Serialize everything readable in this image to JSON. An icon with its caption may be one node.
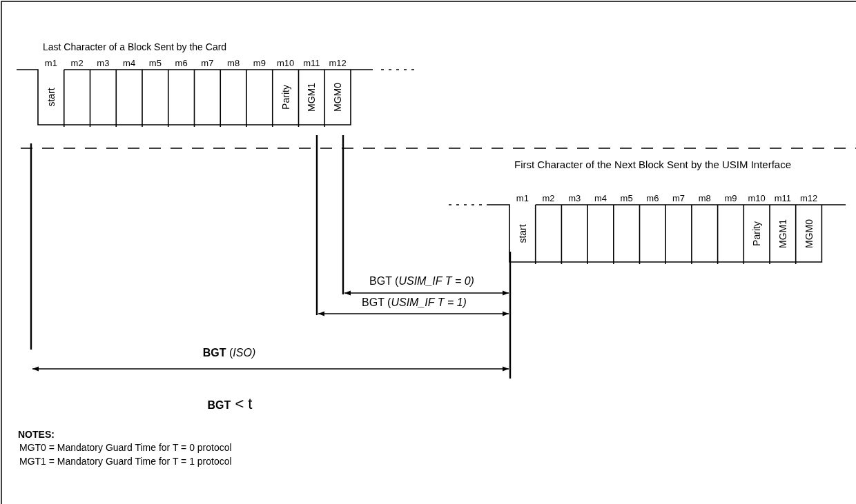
{
  "diagram": {
    "labels": [
      "Last Character of a Block Sent by the Card",
      "m1",
      "m2",
      "m3",
      "m4",
      "m5",
      "m6",
      "m7",
      "m8",
      "m9",
      "m10",
      "m11",
      "m12",
      "start",
      "Parity",
      "MGM1",
      "MGM0",
      "First Character of the Next Block Sent by the USIM Interface",
      "m1",
      "m2",
      "m3",
      "m4",
      "m5",
      "m6",
      "m7",
      "m8",
      "m9",
      "m10",
      "m11",
      "m12",
      "start",
      "Parity",
      "MGM1",
      "MGM0",
      "BGT (*USIM_IF T = 0)*",
      "BGT (*USIM_IF T = 1)*",
      "**BGT** (*ISO)*",
      "**BGT** < t",
      "NOTES:",
      "MGT0 = Mandatory Guard Time for T = 0 protocol",
      "MGT1 = Mandatory Guard Time for T = 1 protocol"
    ]
  }
}
